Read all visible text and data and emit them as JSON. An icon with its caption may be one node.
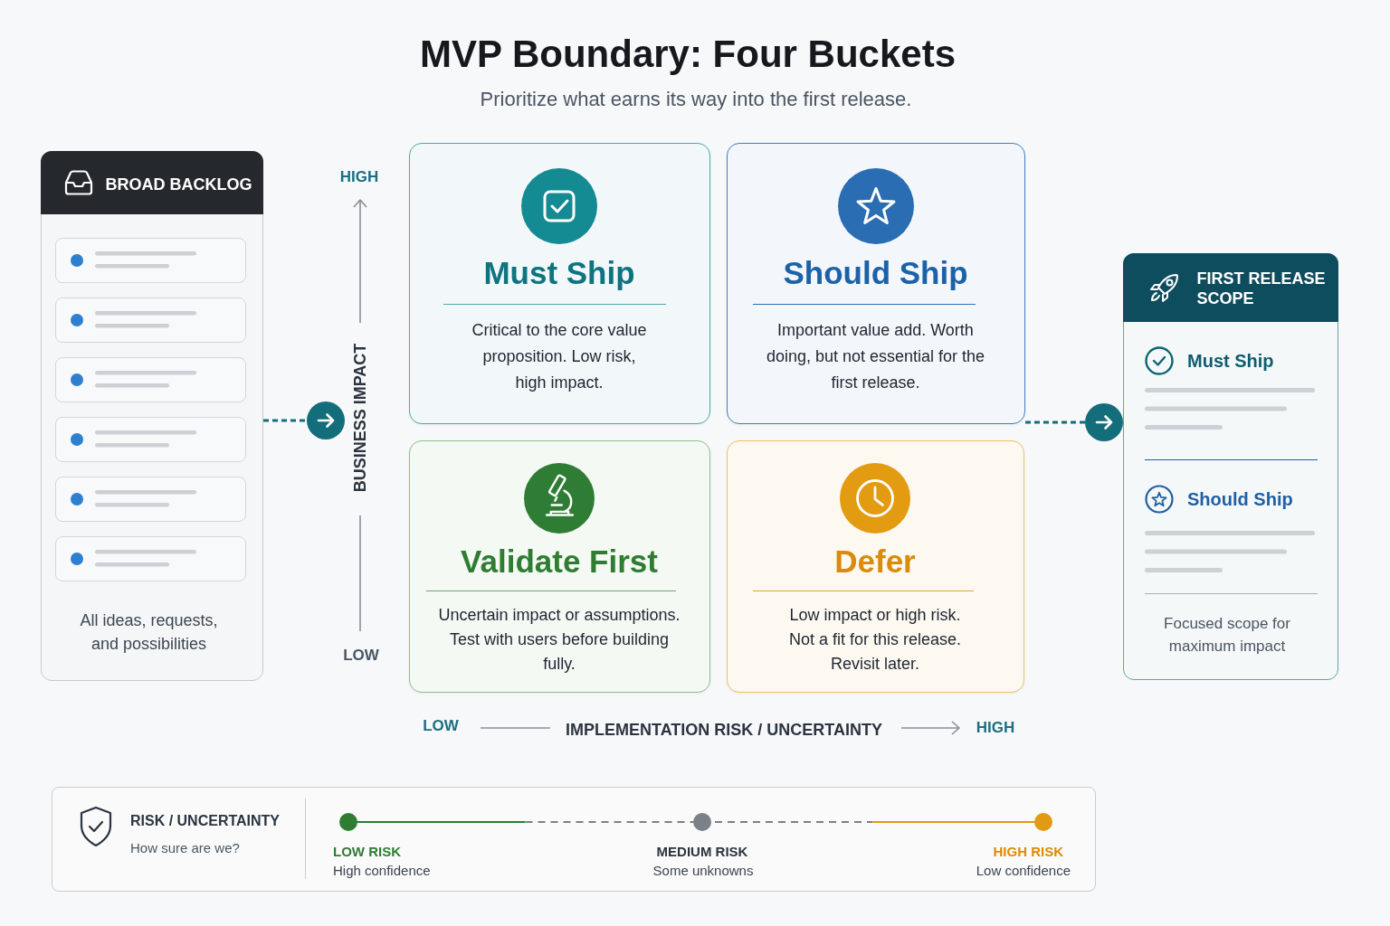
{
  "diagram": {
    "title": "MVP Boundary: Four Buckets",
    "nodes": [
      {
        "text": [
          "BROAD BACKLOG",
          "All ideas, requests, and possibilities"
        ]
      },
      {
        "text": [],
        "shape": "box",
        "in": 0
      },
      {
        "text": [],
        "shape": "box",
        "in": 0
      },
      {
        "text": [],
        "shape": "box",
        "in": 0
      },
      {
        "text": [],
        "shape": "box",
        "in": 0
      },
      {
        "text": [],
        "shape": "box",
        "in": 0
      },
      {
        "text": [],
        "shape": "box",
        "in": 0
      },
      {
        "text": [
          "Must Ship",
          "Critical to the core value proposition. Low risk, high impact."
        ]
      },
      {
        "text": [
          "Should Ship",
          "Important value add. Worth doing, but not essential for the first release."
        ]
      },
      {
        "text": [
          "Validate First",
          "Uncertain impact or assumptions. Test with users before building fully."
        ]
      },
      {
        "text": [
          "Defer",
          "Low impact or high risk. Not a fit for this release. Revisit later."
        ]
      },
      {
        "text": [
          "FIRST RELEASE SCOPE",
          "Must Ship",
          "Should Ship",
          "Focused scope for maximum impact"
        ]
      },
      {
        "text": [
          "RISK / UNCERTAINTY",
          "How sure are we?"
        ]
      }
    ],
    "edges": [
      {
        "from": 0,
        "to": null,
        "arrow": "to",
        "style": "dashed",
        "color": "#146d7a"
      },
      {
        "from": 8,
        "to": 11,
        "arrow": "to",
        "style": "dashed",
        "color": "#146d7a"
      }
    ],
    "labels": [
      "Prioritize what earns its way into the first release.",
      "HIGH",
      "BUSINESS IMPACT",
      "LOW",
      "LOW",
      "IMPLEMENTATION RISK / UNCERTAINTY",
      "HIGH",
      "High confidence",
      "Some unknowns",
      "Low confidence"
    ],
    "legend": [
      {
        "text": "LOW RISK",
        "color": "#2e7d32"
      },
      {
        "text": "MEDIUM RISK",
        "color": "#7b8188"
      },
      {
        "text": "HIGH RISK",
        "color": "#e09a14"
      }
    ]
  }
}
